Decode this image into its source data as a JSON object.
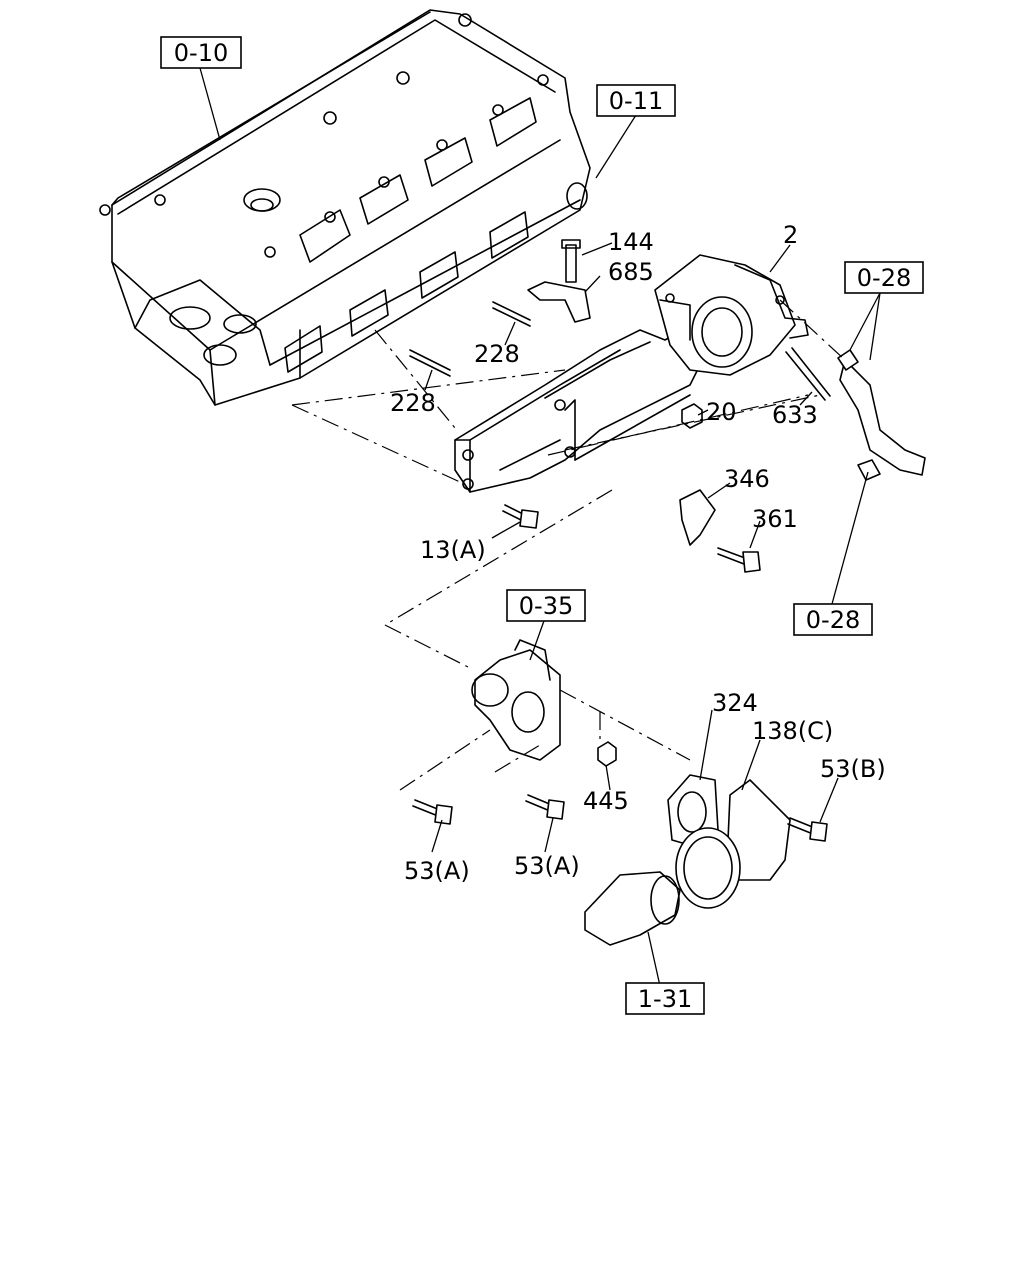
{
  "references": {
    "ref_0_10": "0-10",
    "ref_0_11": "0-11",
    "ref_0_28_top": "0-28",
    "ref_0_28_bottom": "0-28",
    "ref_0_35": "0-35",
    "ref_1_31": "1-31"
  },
  "parts": {
    "p144": "144",
    "p685": "685",
    "p2": "2",
    "p228_a": "228",
    "p228_b": "228",
    "p20": "20",
    "p633": "633",
    "p346": "346",
    "p361": "361",
    "p13a": "13(A)",
    "p324": "324",
    "p138c": "138(C)",
    "p53b": "53(B)",
    "p445": "445",
    "p53a_left": "53(A)",
    "p53a_right": "53(A)"
  }
}
